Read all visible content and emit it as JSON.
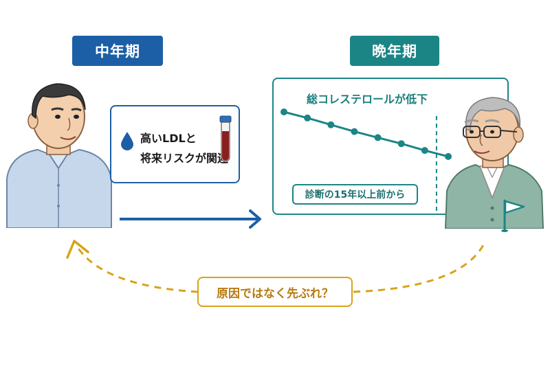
{
  "labels": {
    "mid_life": "中年期",
    "late_life": "晩年期"
  },
  "ldl_box": {
    "line1": "高いLDLと",
    "line2": "将来リスクが関連"
  },
  "chart": {
    "title": "総コレステロールが低下",
    "annotation": "診断の15年以上前から"
  },
  "cause_question": "原因ではなく先ぶれ？",
  "chart_data": {
    "type": "line",
    "title": "総コレステロールが低下",
    "xlabel": "",
    "ylabel": "",
    "x": [
      1,
      2,
      3,
      4,
      5,
      6,
      7,
      8
    ],
    "values": [
      8.0,
      7.2,
      6.3,
      5.4,
      4.6,
      3.8,
      2.9,
      2.1
    ],
    "ylim": [
      0,
      10
    ],
    "xlim": [
      1,
      8
    ],
    "marker_x": 7.5,
    "marker_style": "dashed-vertical",
    "grid": false,
    "color": "#1b8585"
  },
  "colors": {
    "blue": "#1d5fa6",
    "teal": "#1b8585",
    "gold": "#d9a21a"
  },
  "icons": [
    "drop-icon",
    "test-tube-icon",
    "arrow-right-icon",
    "flag-icon",
    "curved-arrow-icon"
  ]
}
